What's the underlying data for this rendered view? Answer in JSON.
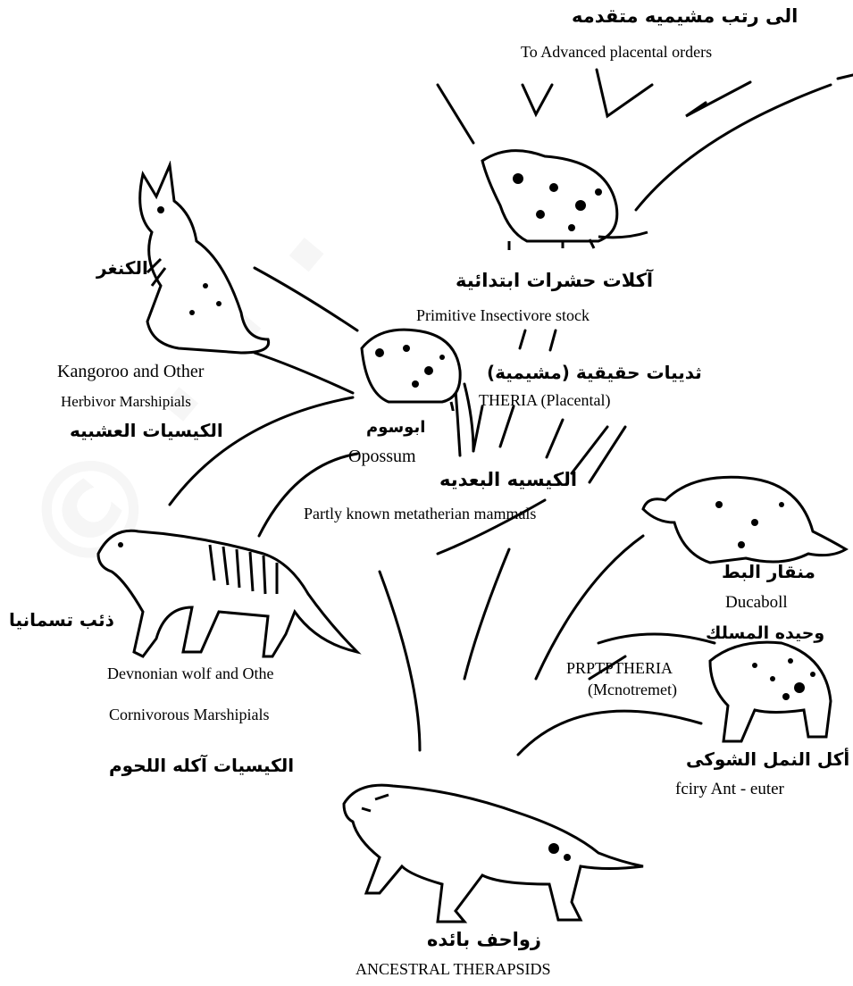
{
  "labels": {
    "advanced_ar": "الى رتب مشيميه متقدمه",
    "advanced_en": "To Advanced placental orders",
    "insectivore_ar": "آكلات حشرات ابتدائية",
    "insectivore_en": "Primitive Insectivore stock",
    "theria_ar": "ثدييات حقيقية (مشيمية)",
    "theria_en": "THERIA (Placental)",
    "kangaroo_ar": "الكنغر",
    "kangaroo_en1": "Kangoroo and Other",
    "kangaroo_en2": "Herbivor Marshipials",
    "herbivore_ar": "الكيسيات العشبيه",
    "opossum_ar": "ابوسوم",
    "opossum_en": "Opossum",
    "metatherian_ar": "الكيسيه البعديه",
    "metatherian_en": "Partly known metatherian mammals",
    "platypus_ar": "منقار البط",
    "platypus_en": "Ducaboll",
    "monotreme_ar": "وحيده المسلك",
    "prototheria_en1": "PRPTPTHERIA",
    "prototheria_en2": "(Mcnotremet)",
    "tasmanian_ar": "ذئب تسمانيا",
    "wolf_en1": "Devnonian wolf and Othe",
    "wolf_en2": "Cornivorous Marshipials",
    "carnivore_ar": "الكيسيات آكله اللحوم",
    "anteater_ar": "أكل النمل الشوكى",
    "anteater_en": "fciry Ant - euter",
    "therapsid_ar": "زواحف بائده",
    "therapsid_en": "ANCESTRAL THERAPSIDS"
  },
  "colors": {
    "ink": "#000000",
    "background": "#ffffff",
    "watermark": "#f4f4f4"
  },
  "icons": [
    "insectivore-icon",
    "kangaroo-icon",
    "opossum-icon",
    "thylacine-icon",
    "platypus-icon",
    "echidna-icon",
    "therapsid-icon"
  ]
}
